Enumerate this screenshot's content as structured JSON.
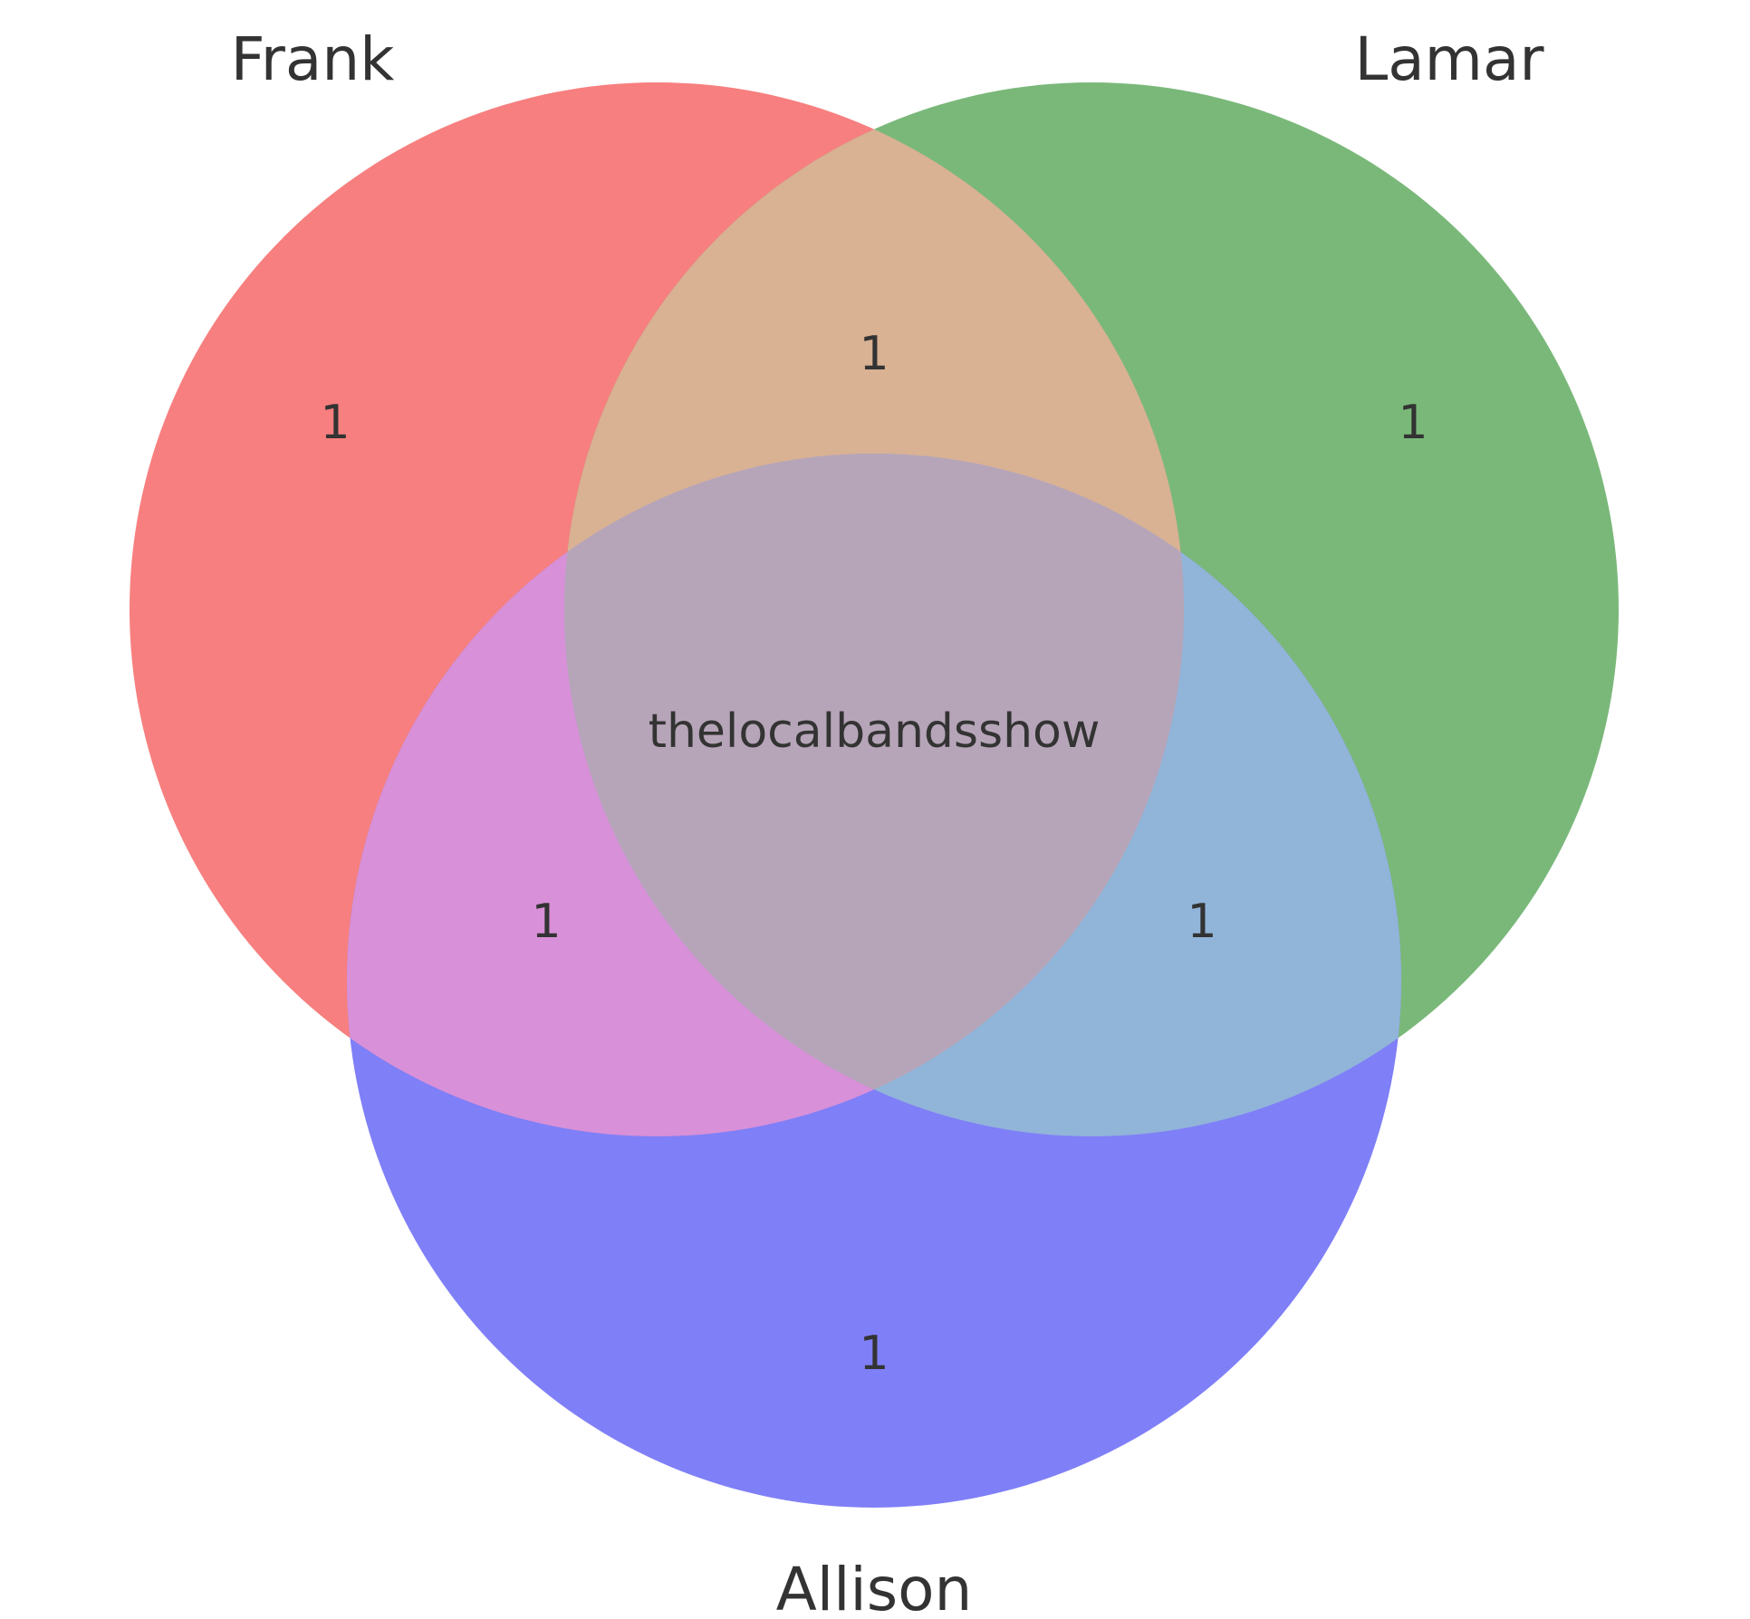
{
  "sets": [
    {
      "id": "frank",
      "label": "Frank",
      "color": "#f77f7f"
    },
    {
      "id": "lamar",
      "label": "Lamar",
      "color": "#7ab87a"
    },
    {
      "id": "allison",
      "label": "Allison",
      "color": "#7f7ff7"
    }
  ],
  "regions": {
    "frank_only": "1",
    "lamar_only": "1",
    "allison_only": "1",
    "frank_lamar": "1",
    "frank_allison": "1",
    "lamar_allison": "1",
    "all_three": "thelocalbandsshow"
  }
}
